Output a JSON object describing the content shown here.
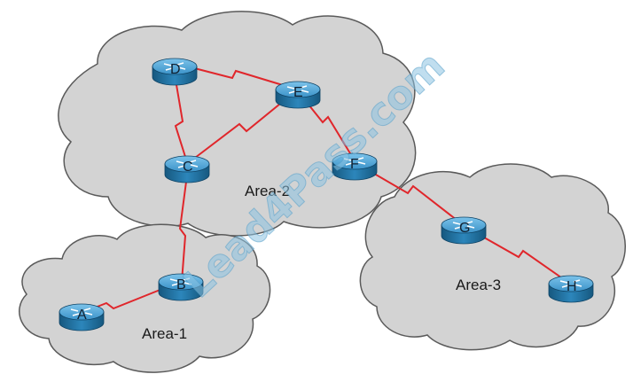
{
  "areas": [
    {
      "id": "area-2",
      "label": "Area-2"
    },
    {
      "id": "area-1",
      "label": "Area-1"
    },
    {
      "id": "area-3",
      "label": "Area-3"
    }
  ],
  "routers": [
    {
      "id": "A",
      "label": "A"
    },
    {
      "id": "B",
      "label": "B"
    },
    {
      "id": "C",
      "label": "C"
    },
    {
      "id": "D",
      "label": "D"
    },
    {
      "id": "E",
      "label": "E"
    },
    {
      "id": "F",
      "label": "F"
    },
    {
      "id": "G",
      "label": "G"
    },
    {
      "id": "H",
      "label": "H"
    }
  ],
  "links": [
    {
      "from": "A",
      "to": "B"
    },
    {
      "from": "B",
      "to": "C"
    },
    {
      "from": "C",
      "to": "D"
    },
    {
      "from": "C",
      "to": "E"
    },
    {
      "from": "D",
      "to": "E"
    },
    {
      "from": "E",
      "to": "F"
    },
    {
      "from": "F",
      "to": "G"
    },
    {
      "from": "G",
      "to": "H"
    }
  ],
  "colors": {
    "cloud_fill": "#d3d3d3",
    "cloud_stroke": "#5a5a5a",
    "link": "#e0262b",
    "router_top": "#4ea3d6",
    "router_side": "#1f6f9f"
  },
  "watermark": "Lead4Pass.com"
}
